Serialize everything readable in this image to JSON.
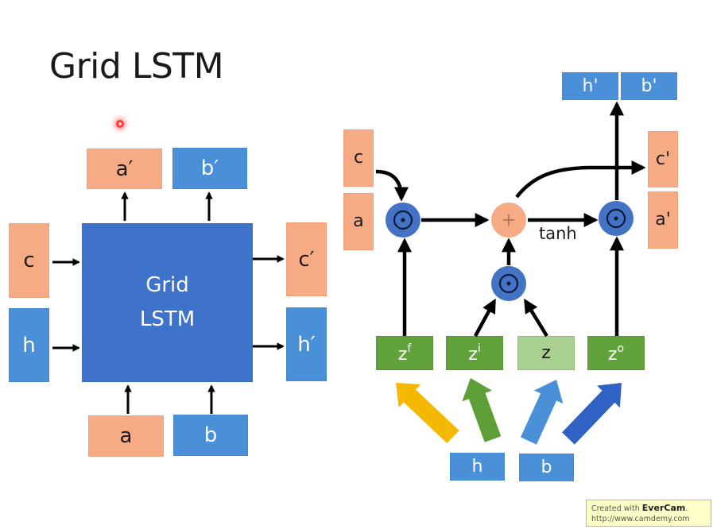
{
  "slide": {
    "title": "Grid LSTM"
  },
  "left_diagram": {
    "core_block": {
      "line1": "Grid",
      "line2": "LSTM"
    },
    "inputs": {
      "c": "c",
      "h": "h",
      "a": "a",
      "b": "b"
    },
    "outputs": {
      "a_prime": "a′",
      "b_prime": "b′",
      "c_prime": "c′",
      "h_prime": "h′"
    }
  },
  "right_diagram": {
    "inputs": {
      "c": "c",
      "a": "a",
      "h": "h",
      "b": "b"
    },
    "outputs": {
      "h_prime": "h'",
      "b_prime": "b'",
      "c_prime": "c'",
      "a_prime": "a'"
    },
    "gates": [
      {
        "base": "z",
        "sup": "f",
        "style": "green"
      },
      {
        "base": "z",
        "sup": "i",
        "style": "green"
      },
      {
        "base": "z",
        "sup": "",
        "style": "green-light"
      },
      {
        "base": "z",
        "sup": "o",
        "style": "green"
      }
    ],
    "operators": {
      "multiply_symbol": "⊙",
      "add_symbol": "+",
      "activation": "tanh"
    },
    "input_arrow_colors": [
      "#f5b800",
      "#5e9e36",
      "#4a90d9",
      "#2f62c4"
    ]
  },
  "colors": {
    "orange": "#f7ab85",
    "blue": "#4a90d9",
    "dark_blue": "#3f73c9",
    "green": "#62a23a",
    "light_green": "#a9d08e",
    "op_circle": "#4472c4",
    "add_circle": "#f7ab85"
  },
  "watermark": {
    "prefix": "Created with ",
    "brand": "EverCam",
    "suffix": ".",
    "url": "http://www.camdemy.com"
  }
}
